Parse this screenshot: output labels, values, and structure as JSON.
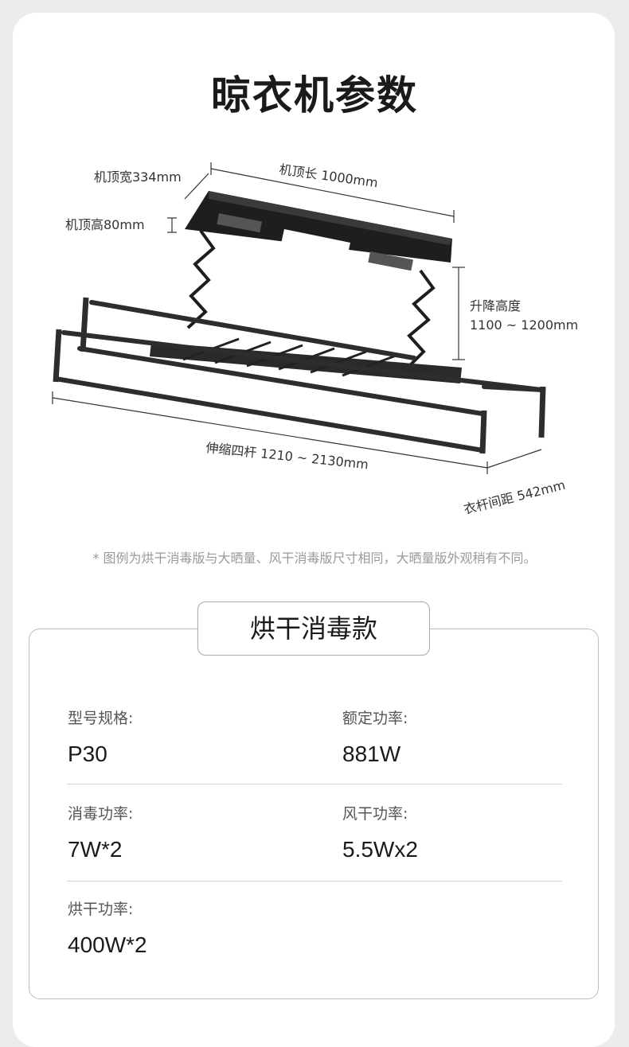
{
  "title": "晾衣机参数",
  "diagram": {
    "top_width_label": "机顶宽334mm",
    "top_length_label": "机顶长 1000mm",
    "top_height_label": "机顶高80mm",
    "lift_height_title": "升降高度",
    "lift_height_value": "1100 ~ 1200mm",
    "rod_extension_label": "伸缩四杆 1210 ~ 2130mm",
    "rod_spacing_label": "衣杆间距 542mm"
  },
  "note": "* 图例为烘干消毒版与大晒量、风干消毒版尺寸相同，大晒量版外观稍有不同。",
  "spec": {
    "model_name": "烘干消毒款",
    "rows": [
      {
        "label": "型号规格:",
        "value": "P30"
      },
      {
        "label": "额定功率:",
        "value": "881W"
      },
      {
        "label": "消毒功率:",
        "value": "7W*2"
      },
      {
        "label": "风干功率:",
        "value": "5.5Wx2"
      },
      {
        "label": "烘干功率:",
        "value": "400W*2"
      }
    ]
  }
}
